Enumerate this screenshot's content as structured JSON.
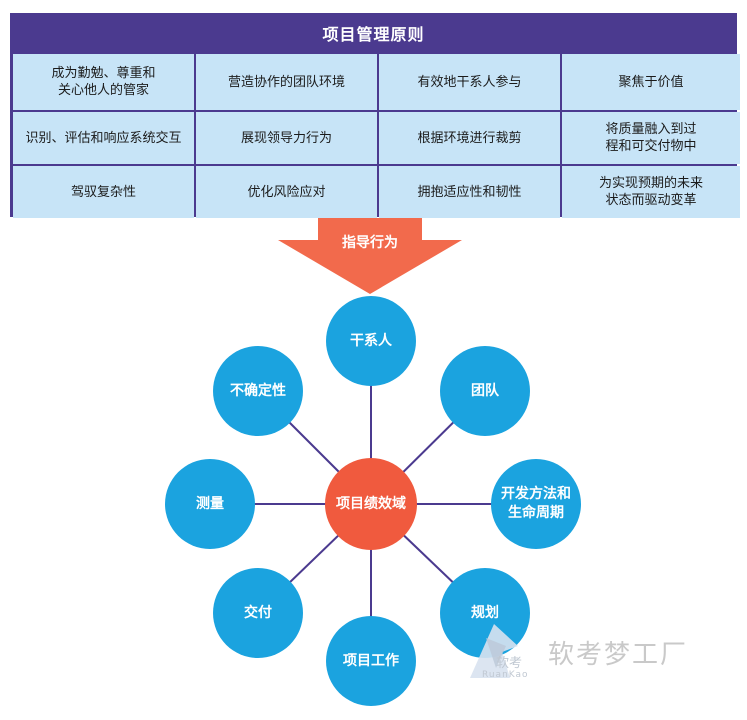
{
  "table": {
    "title": "项目管理原则",
    "rows": [
      [
        "成为勤勉、尊重和\n关心他人的管家",
        "营造协作的团队环境",
        "有效地干系人参与",
        "聚焦于价值"
      ],
      [
        "识别、评估和响应系统交互",
        "展现领导力行为",
        "根据环境进行裁剪",
        "将质量融入到过\n程和可交付物中"
      ],
      [
        "驾驭复杂性",
        "优化风险应对",
        "拥抱适应性和韧性",
        "为实现预期的未来\n状态而驱动变革"
      ]
    ]
  },
  "arrow": {
    "label": "指导行为",
    "color": "#F26A4C"
  },
  "diagram": {
    "center": "项目绩效域",
    "nodes": [
      "干系人",
      "团队",
      "开发方法和\n生命周期",
      "规划",
      "项目工作",
      "交付",
      "测量",
      "不确定性"
    ],
    "colors": {
      "node": "#1BA3DF",
      "center": "#F05A3E",
      "line": "#4B3A8F"
    }
  },
  "watermark": {
    "text": "软考梦工厂",
    "logo_text": "软考",
    "logo_subtext": "RuanKao"
  }
}
